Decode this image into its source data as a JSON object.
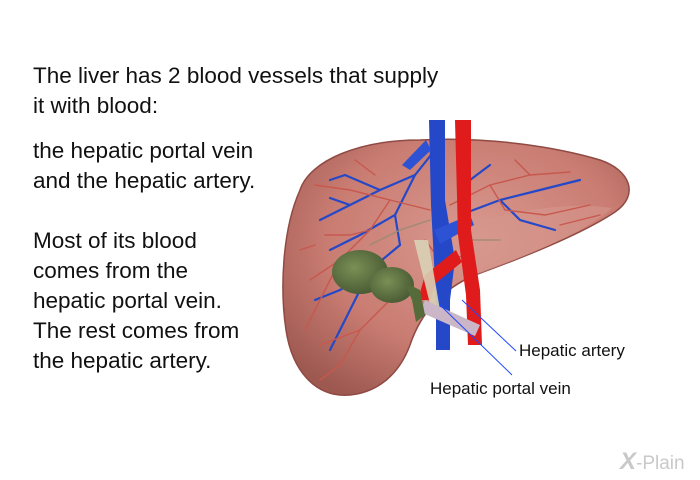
{
  "intro": {
    "line1": "The liver has 2 blood vessels that supply",
    "line2": "it with blood:"
  },
  "vessels": {
    "line1": "the hepatic portal vein",
    "line2": "and the hepatic artery."
  },
  "detail": {
    "line1": "Most of its blood",
    "line2": "comes from the",
    "line3": "hepatic portal vein.",
    "line4": "The rest comes from",
    "line5": "the hepatic artery."
  },
  "labels": {
    "hepatic_artery": "Hepatic artery",
    "hepatic_portal_vein": "Hepatic portal vein"
  },
  "brand": {
    "mark": "X",
    "name": "-Plain"
  },
  "colors": {
    "liver": "#c97c72",
    "liver_dark": "#8f4a43",
    "artery": "#e01b1b",
    "vein": "#2448c8",
    "gallbladder": "#556b3a",
    "bile_duct": "#d9d2b6",
    "callout_line": "#1f49ff"
  }
}
